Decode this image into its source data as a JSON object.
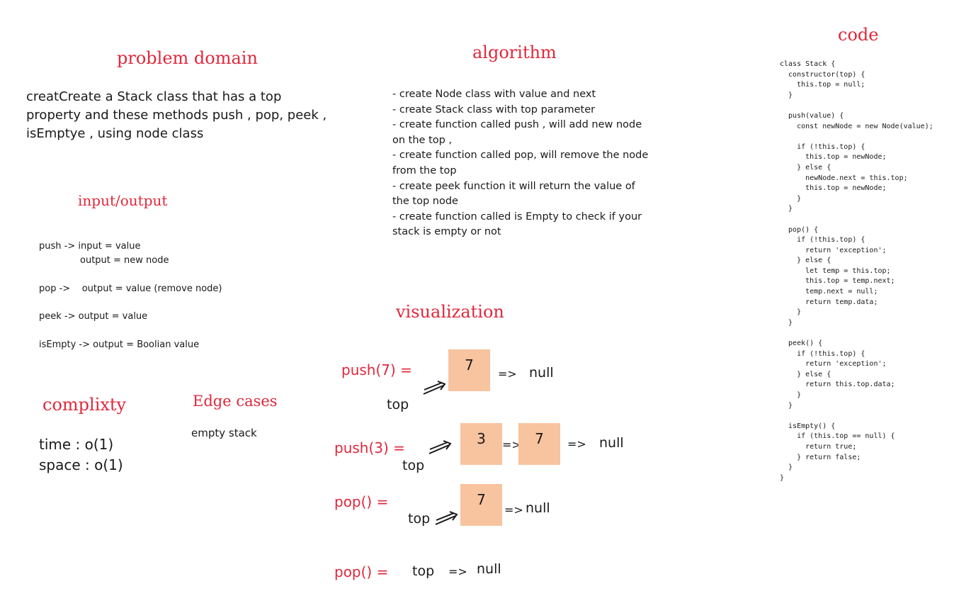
{
  "problem_domain": {
    "title": "problem domain",
    "lines": [
      "creatCreate a Stack class that has a top",
      "property and these methods push , pop, peek ,",
      "isEmptye , using node class"
    ]
  },
  "io": {
    "title": "input/output",
    "lines": [
      "push -> input = value",
      "output = new node",
      "pop ->    output = value (remove node)",
      "peek -> output = value",
      "isEmpty -> output = Boolian value"
    ]
  },
  "complexity": {
    "title": "complixty",
    "time": "time : o(1)",
    "space": "space : o(1)"
  },
  "edge": {
    "title": "Edge cases",
    "text": "empty stack"
  },
  "algorithm": {
    "title": "algorithm",
    "lines": [
      "- create Node class with value and next",
      "- create Stack class with top parameter",
      "- create function called push , will add new node",
      "on the top ,",
      "- create function called pop, will remove the node",
      "from the top",
      "- create peek function it will return the value of",
      "the top node",
      "- create function called is Empty to check if your",
      "stack is empty or not"
    ]
  },
  "visualization": {
    "title": "visualization",
    "push7": {
      "label": "push(7) =",
      "top": "top",
      "node": "7",
      "arrow": "=>",
      "null": "null"
    },
    "push3": {
      "label": "push(3) =",
      "top": "top",
      "node1": "3",
      "arrow1": "=>",
      "node2": "7",
      "arrow2": "=>",
      "null": "null"
    },
    "pop1": {
      "label": "pop() =",
      "top": "top",
      "node": "7",
      "arrow": "=>",
      "null": "null"
    },
    "pop2": {
      "label": "pop() =",
      "top": "top",
      "arrow": "=>",
      "null": "null"
    },
    "node_color": "#f8c39f",
    "accent_color": "#e0283c"
  },
  "code": {
    "title": "code",
    "lines": [
      "class Stack {",
      "  constructor(top) {",
      "    this.top = null;",
      "  }",
      "",
      "  push(value) {",
      "    const newNode = new Node(value);",
      "",
      "    if (!this.top) {",
      "      this.top = newNode;",
      "    } else {",
      "      newNode.next = this.top;",
      "      this.top = newNode;",
      "    }",
      "  }",
      "",
      "  pop() {",
      "    if (!this.top) {",
      "      return 'exception';",
      "    } else {",
      "      let temp = this.top;",
      "      this.top = temp.next;",
      "      temp.next = null;",
      "      return temp.data;",
      "    }",
      "  }",
      "",
      "  peek() {",
      "    if (!this.top) {",
      "      return 'exception';",
      "    } else {",
      "      return this.top.data;",
      "    }",
      "  }",
      "",
      "  isEmpty() {",
      "    if (this.top == null) {",
      "      return true;",
      "    } return false;",
      "  }",
      "}"
    ]
  }
}
